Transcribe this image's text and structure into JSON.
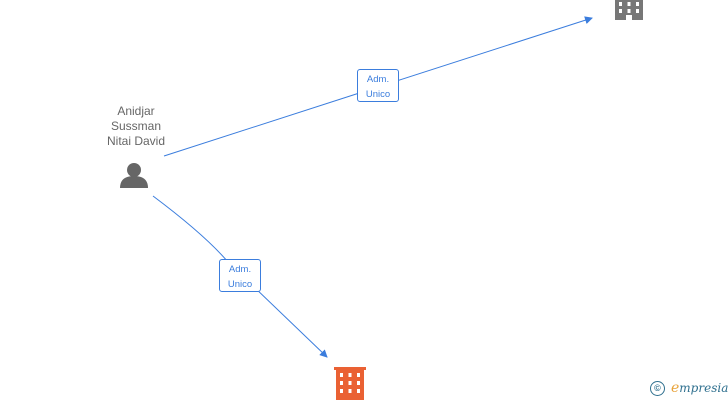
{
  "person": {
    "name_lines": [
      "Anidjar",
      "Sussman",
      "Nitai David"
    ],
    "icon": "person-icon"
  },
  "companies": [
    {
      "icon": "building-icon",
      "color": "#777777"
    },
    {
      "icon": "building-icon",
      "color": "#ea6133"
    }
  ],
  "edges": [
    {
      "label_line1": "Adm.",
      "label_line2": "Unico"
    },
    {
      "label_line1": "Adm.",
      "label_line2": "Unico"
    }
  ],
  "colors": {
    "edge": "#3b7ddd",
    "person": "#666666"
  },
  "watermark": {
    "symbol": "©",
    "brand_initial": "e",
    "brand_rest": "mpresia"
  }
}
